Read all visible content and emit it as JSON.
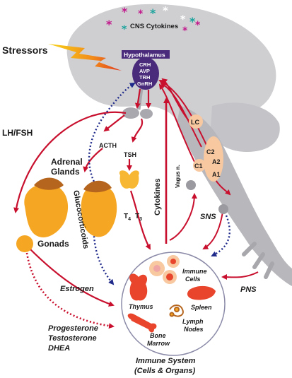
{
  "labels": {
    "cns_cytokines": "CNS Cytokines",
    "stressors": "Stressors",
    "hypothalamus": "Hypothalamus",
    "crh": "CRH",
    "avp": "AVP",
    "trh": "TRH",
    "gnrh": "GnRH",
    "lh_fsh": "LH/FSH",
    "acth": "ACTH",
    "tsh": "TSH",
    "adrenal_glands_1": "Adrenal",
    "adrenal_glands_2": "Glands",
    "t4": "T",
    "t4_sub": "4",
    "t3": "T",
    "t3_sub": "3",
    "glucocorticoids": "Glucocorticoids",
    "cytokines": "Cytokines",
    "vagus": "Vagus n.",
    "lc": "LC",
    "c2": "C2",
    "a2": "A2",
    "c1": "C1",
    "a1": "A1",
    "sns": "SNS",
    "pns": "PNS",
    "gonads": "Gonads",
    "estrogen": "Estrogen",
    "progesterone": "Progesterone",
    "testosterone": "Testosterone",
    "dhea": "DHEA",
    "immune_cells_1": "Immune",
    "immune_cells_2": "Cells",
    "thymus": "Thymus",
    "spleen": "Spleen",
    "lymph_1": "Lymph",
    "lymph_2": "Nodes",
    "bone_1": "Bone",
    "bone_2": "Marrow",
    "immune_system_1": "Immune System",
    "immune_system_2": "(Cells & Organs)"
  },
  "colors": {
    "brain": "#cfcfd2",
    "brainstem": "#b8b8bc",
    "hypothalamus": "#4a2a7a",
    "arrow_red": "#c8102e",
    "arrow_blue": "#1f2a8a",
    "gland_orange": "#f5a623",
    "gland_dark": "#b5651d",
    "organ_red": "#e8452c",
    "cell_peach": "#f8c9a0",
    "nucleus_pink": "#f0a5a5",
    "circle_fill": "#ffffff",
    "circle_stroke": "#6b6b9a"
  },
  "icons": {
    "cytokine": "asterisk-icon",
    "stressor": "lightning-bolt-icon"
  }
}
